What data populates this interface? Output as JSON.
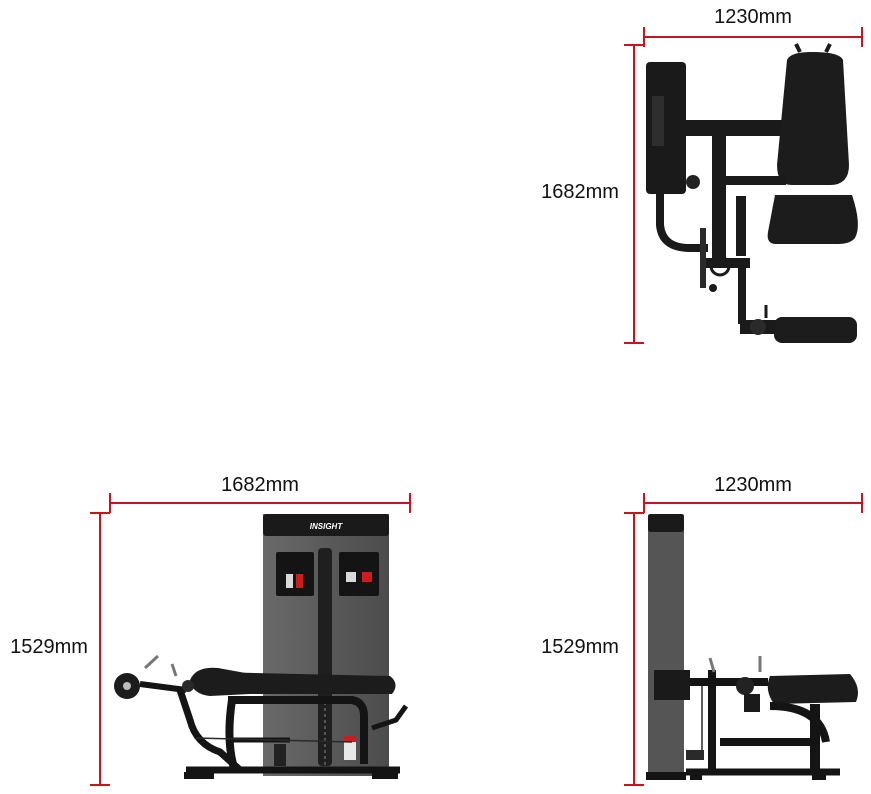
{
  "colors": {
    "dimension_line": "#c8141e",
    "frame": "#141414",
    "cushion": "#1c1c1c",
    "tower_panel": "#5b5b5b",
    "background": "#ffffff"
  },
  "views": {
    "top": {
      "width_label": "1230mm",
      "depth_label": "1682mm"
    },
    "side": {
      "length_label": "1682mm",
      "height_label": "1529mm",
      "brand": "INSIGHT"
    },
    "front": {
      "width_label": "1230mm",
      "height_label": "1529mm"
    }
  }
}
